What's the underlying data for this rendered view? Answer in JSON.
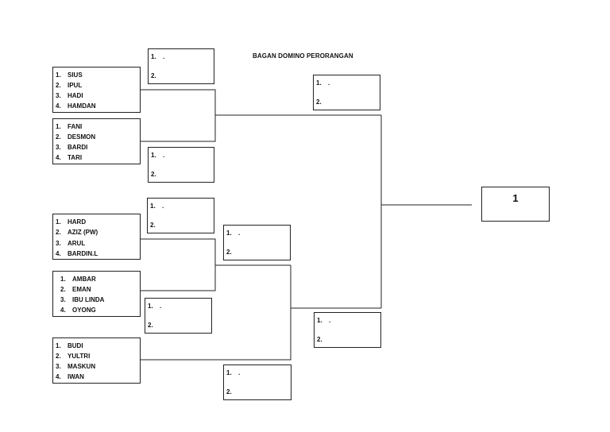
{
  "title": "BAGAN DOMINO PERORANGAN",
  "teams": [
    {
      "id": "team-1",
      "players": [
        {
          "num": "1.",
          "name": "SIUS"
        },
        {
          "num": "2.",
          "name": "IPUL"
        },
        {
          "num": "3.",
          "name": "HADI"
        },
        {
          "num": "4.",
          "name": "HAMDAN"
        }
      ]
    },
    {
      "id": "team-2",
      "players": [
        {
          "num": "1.",
          "name": "FANI"
        },
        {
          "num": "2.",
          "name": "DESMON"
        },
        {
          "num": "3.",
          "name": "BARDI"
        },
        {
          "num": "4.",
          "name": "TARI"
        }
      ]
    },
    {
      "id": "team-3",
      "players": [
        {
          "num": "1.",
          "name": "HARD"
        },
        {
          "num": "2.",
          "name": "AZIZ (PW)"
        },
        {
          "num": "3.",
          "name": "ARUL"
        },
        {
          "num": "4.",
          "name": "BARDIN.L"
        }
      ]
    },
    {
      "id": "team-4",
      "players": [
        {
          "num": "1.",
          "name": "AMBAR"
        },
        {
          "num": "2.",
          "name": "EMAN"
        },
        {
          "num": "3.",
          "name": "IBU LINDA"
        },
        {
          "num": "4.",
          "name": "OYONG"
        }
      ]
    },
    {
      "id": "team-5",
      "players": [
        {
          "num": "1.",
          "name": "BUDI"
        },
        {
          "num": "2.",
          "name": "YULTRI"
        },
        {
          "num": "3.",
          "name": "MASKUN"
        },
        {
          "num": "4.",
          "name": "IWAN"
        }
      ]
    }
  ],
  "slots": [
    {
      "line1": "1.",
      "dot": ".",
      "line2": "2."
    },
    {
      "line1": "1.",
      "dot": ".",
      "line2": "2."
    },
    {
      "line1": "1.",
      "dot": ".",
      "line2": "2."
    },
    {
      "line1": "1.",
      "dot": ".",
      "line2": "2."
    },
    {
      "line1": "1.",
      "dot": ".",
      "line2": "2."
    },
    {
      "line1": "1.",
      "dot": ".",
      "line2": "2."
    },
    {
      "line1": "1.",
      "dot": ".",
      "line2": "2."
    },
    {
      "line1": "1.",
      "dot": ".",
      "line2": "2."
    }
  ],
  "winner": "1"
}
